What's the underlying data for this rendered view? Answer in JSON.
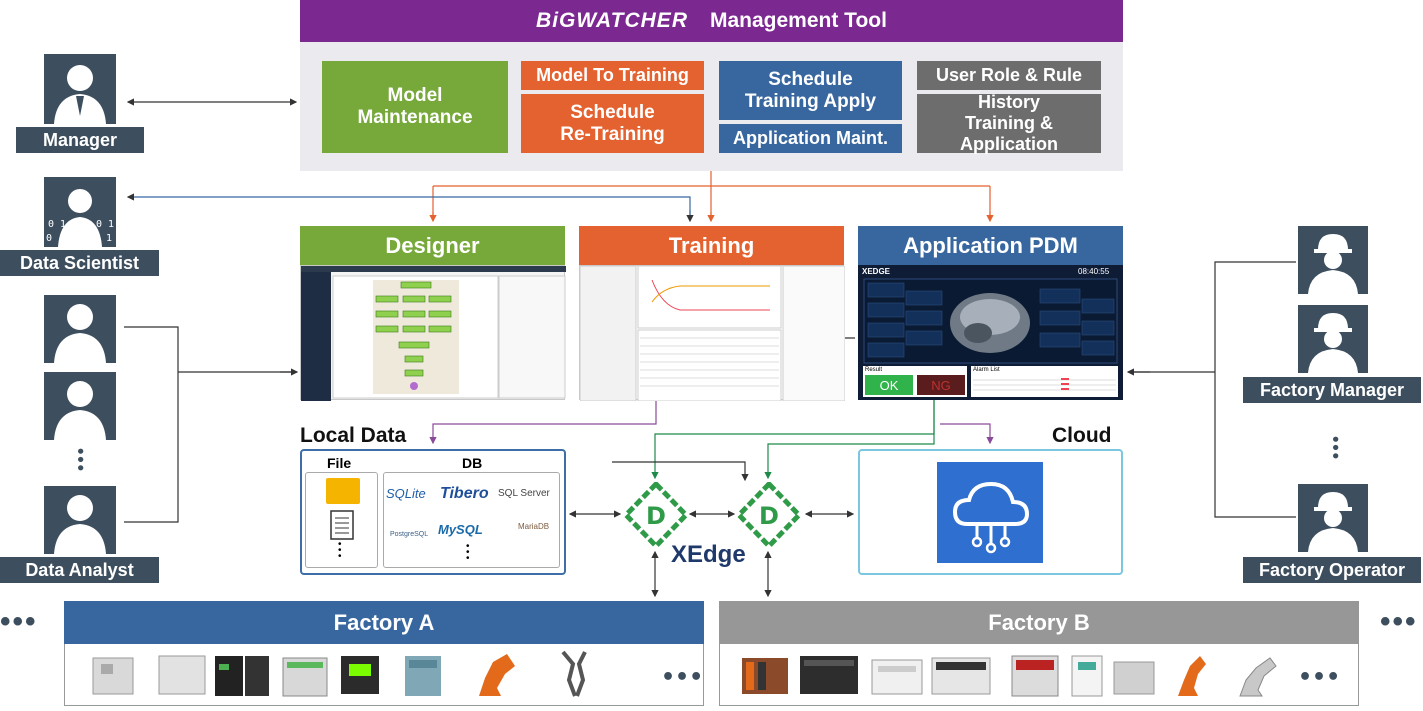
{
  "header": {
    "logo": "BiGWATCHER",
    "title": "Management Tool"
  },
  "mgmt": {
    "model_maintenance": "Model\nMaintenance",
    "model_to_training": "Model To Training",
    "schedule_retraining": "Schedule\nRe-Training",
    "schedule_training_apply": "Schedule\nTraining Apply",
    "application_maint": "Application Maint.",
    "user_role_rule": "User Role & Rule",
    "history": "History\nTraining & Application"
  },
  "roles": {
    "manager": "Manager",
    "data_scientist": "Data Scientist",
    "data_analyst": "Data Analyst",
    "factory_manager": "Factory Manager",
    "factory_operator": "Factory Operator"
  },
  "panels": {
    "designer": "Designer",
    "training": "Training",
    "application": "Application PDM"
  },
  "pdm": {
    "result_label": "Result",
    "ok": "OK",
    "ng": "NG",
    "alarm_label": "Alarm List",
    "brand": "XEDGE",
    "time": "08:40:55"
  },
  "local": {
    "title": "Local Data",
    "file": "File",
    "db": "DB",
    "db_logos": [
      "SQLite",
      "Tibero",
      "SQL Server",
      "PostgreSQL",
      "MySQL",
      "MariaDB"
    ]
  },
  "cloud": {
    "title": "Cloud"
  },
  "edge": {
    "label": "XEdge",
    "node": "D"
  },
  "factories": {
    "a": "Factory A",
    "b": "Factory B"
  },
  "colors": {
    "header": "#7b2890",
    "green": "#76a83a",
    "orange": "#e4622f",
    "blue": "#3867a0",
    "gray": "#6d6d6d",
    "person": "#3d4e5e"
  }
}
